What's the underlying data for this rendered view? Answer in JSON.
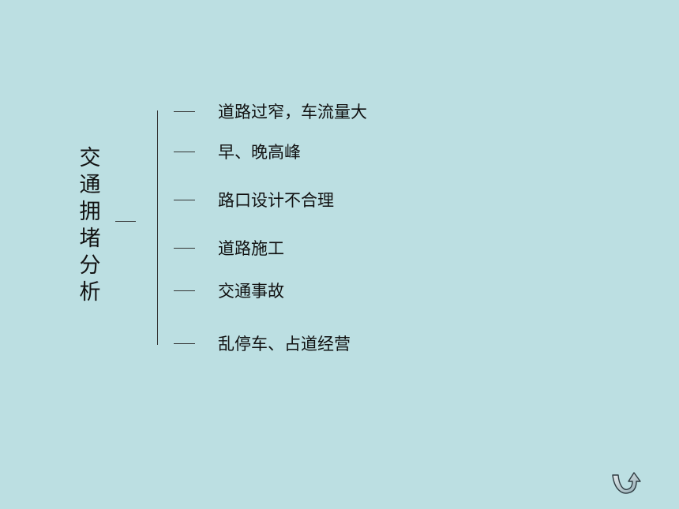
{
  "root": {
    "title_chars": [
      "交",
      "通",
      "拥",
      "堵",
      "分",
      "析"
    ]
  },
  "branches": [
    {
      "label": "道路过窄，车流量大"
    },
    {
      "label": "早、晚高峰"
    },
    {
      "label": "路口设计不合理"
    },
    {
      "label": "道路施工"
    },
    {
      "label": "交通事故"
    },
    {
      "label": "乱停车、占道经营"
    }
  ],
  "colors": {
    "background": "#bcdfe2",
    "text": "#111111",
    "line": "#333333"
  },
  "nav": {
    "icon": "return-arrow-icon"
  }
}
